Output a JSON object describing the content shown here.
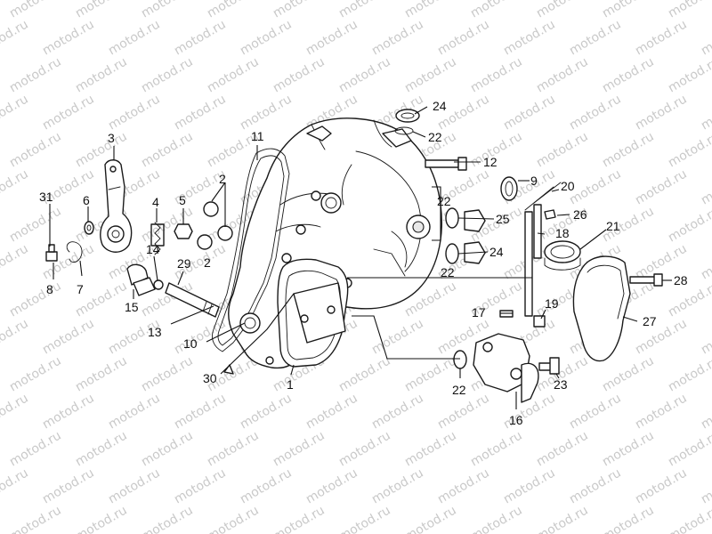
{
  "watermark": "motod.ru",
  "callouts": {
    "c1": "1",
    "c2a": "2",
    "c2b": "2",
    "c3": "3",
    "c4": "4",
    "c5": "5",
    "c6": "6",
    "c7": "7",
    "c8": "8",
    "c9": "9",
    "c10": "10",
    "c11": "11",
    "c12": "12",
    "c13": "13",
    "c14": "14",
    "c15": "15",
    "c16": "16",
    "c17": "17",
    "c18": "18",
    "c19": "19",
    "c20": "20",
    "c21": "21",
    "c22a": "22",
    "c22b": "22",
    "c22c": "22",
    "c22d": "22",
    "c23": "23",
    "c24a": "24",
    "c24b": "24",
    "c25": "25",
    "c26": "26",
    "c27": "27",
    "c28": "28",
    "c29": "29",
    "c30": "30",
    "c31": "31"
  }
}
